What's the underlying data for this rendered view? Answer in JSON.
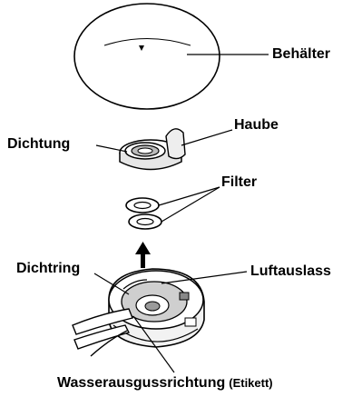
{
  "labels": {
    "behaelter": "Behälter",
    "haube": "Haube",
    "dichtung": "Dichtung",
    "filter": "Filter",
    "dichtring": "Dichtring",
    "luftauslass": "Luftauslass",
    "wasserausguss": "Wasserausgussrichtung",
    "etikett": "(Etikett)"
  },
  "icons": {
    "arrow": "up-arrow-icon"
  }
}
